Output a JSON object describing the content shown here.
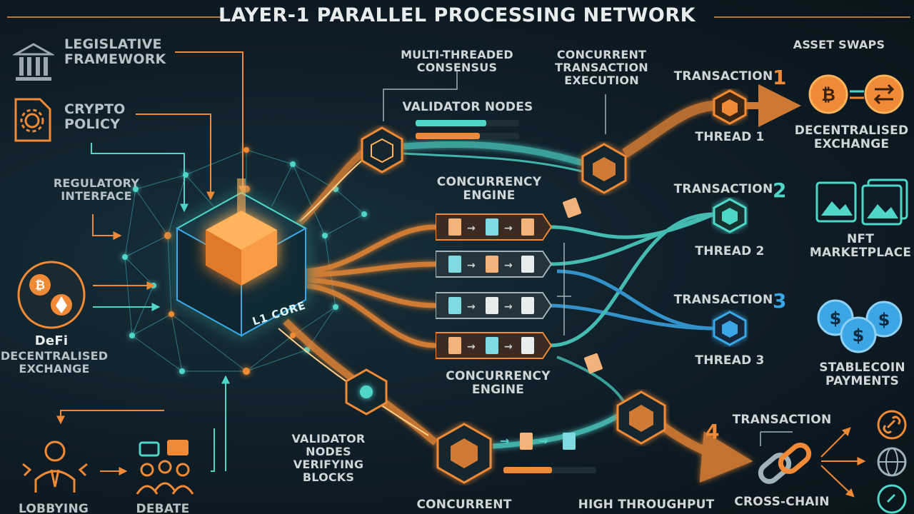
{
  "title": "LAYER-1 PARALLEL PROCESSING NETWORK",
  "colors": {
    "background": "#0f1b24",
    "orange": "#f08a36",
    "cyan": "#4fd6c9",
    "blue": "#3aa6e6",
    "text": "#cfd6d8"
  },
  "left_panel": {
    "legislative_framework": "LEGISLATIVE FRAMEWORK",
    "crypto_policy": "CRYPTO POLICY",
    "regulatory_interface": "REGULATORY INTERFACE",
    "defi_name": "DeFi",
    "defi_sub": "DECENTRALISED EXCHANGE",
    "lobbying": "LOBBYING",
    "debate": "DEBATE"
  },
  "core": {
    "label": "L1 CORE"
  },
  "top": {
    "consensus": "MULTI-THREADED CONSENSUS",
    "validator_nodes": "VALIDATOR NODES",
    "concurrent_execution": "CONCURRENT TRANSACTION EXECUTION"
  },
  "middle": {
    "engine_top": "CONCURRENCY ENGINE",
    "engine_bottom": "CONCURRENCY ENGINE"
  },
  "threads": [
    {
      "transaction": "TRANSACTION",
      "number": "1",
      "thread": "THREAD 1",
      "color": "#f08a36"
    },
    {
      "transaction": "TRANSACTION",
      "number": "2",
      "thread": "THREAD 2",
      "color": "#4fd6c9"
    },
    {
      "transaction": "TRANSACTION",
      "number": "3",
      "thread": "THREAD 3",
      "color": "#3aa6e6"
    }
  ],
  "right_panel": {
    "asset_swaps": "ASSET SWAPS",
    "dex": "DECENTRALISED EXCHANGE",
    "nft": "NFT MARKETPLACE",
    "stablecoin": "STABLECOIN PAYMENTS",
    "transaction4": "TRANSACTION",
    "number4": "4",
    "cross_chain": "CROSS-CHAIN"
  },
  "bottom": {
    "validator_verifying": "VALIDATOR NODES VERIFYING BLOCKS",
    "concurrent": "CONCURRENT",
    "high_throughput": "HIGH THROUGHPUT"
  }
}
